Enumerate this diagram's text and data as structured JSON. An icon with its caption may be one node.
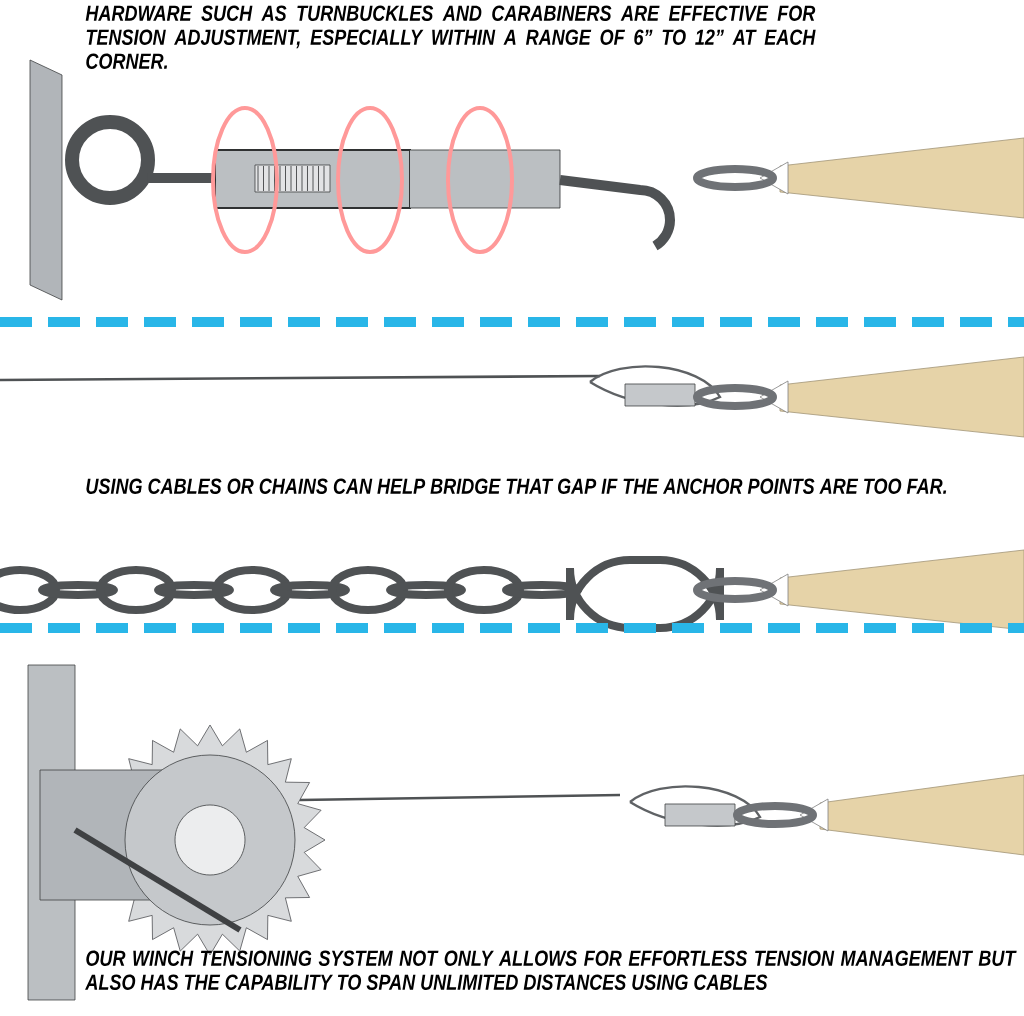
{
  "diagram": {
    "labels": [
      "HARDWARE SUCH AS TURNBUCKLES AND CARABINERS ARE EFFECTIVE FOR TENSION ADJUSTMENT, ESPECIALLY WITHIN A RANGE OF 6” TO 12” AT EACH CORNER.",
      "USING CABLES OR CHAINS CAN HELP BRIDGE THAT GAP IF THE ANCHOR POINTS ARE TOO FAR.",
      "OUR WINCH TENSIONING SYSTEM NOT ONLY ALLOWS FOR EFFORTLESS TENSION MANAGEMENT BUT ALSO HAS THE CAPABILITY TO SPAN UNLIMITED DISTANCES USING CABLES"
    ]
  }
}
